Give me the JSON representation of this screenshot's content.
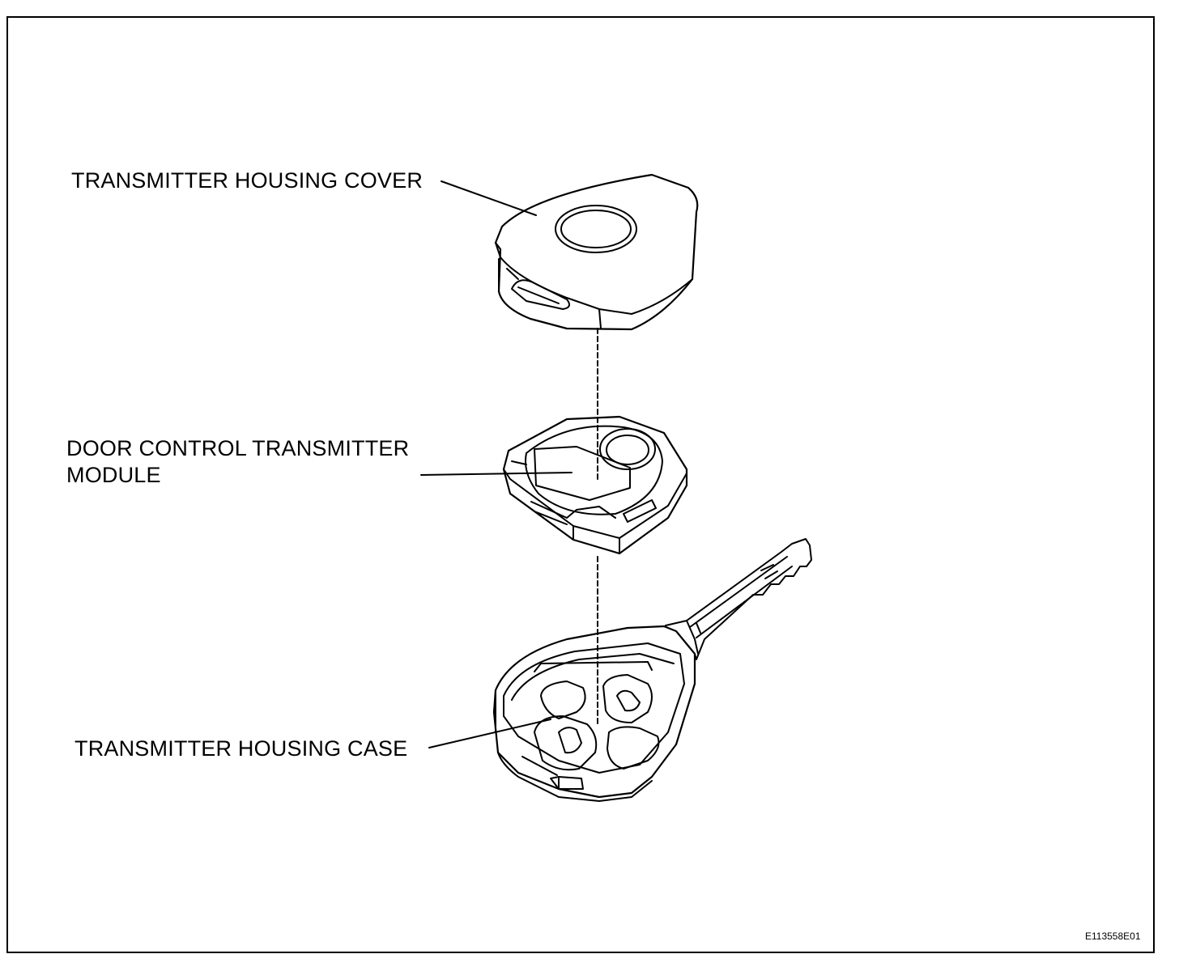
{
  "labels": {
    "cover": "TRANSMITTER HOUSING COVER",
    "module_line1": "DOOR CONTROL TRANSMITTER",
    "module_line2": "MODULE",
    "case": "TRANSMITTER HOUSING CASE"
  },
  "figure_id": "E113558E01",
  "colors": {
    "line": "#000000",
    "background": "#ffffff"
  }
}
